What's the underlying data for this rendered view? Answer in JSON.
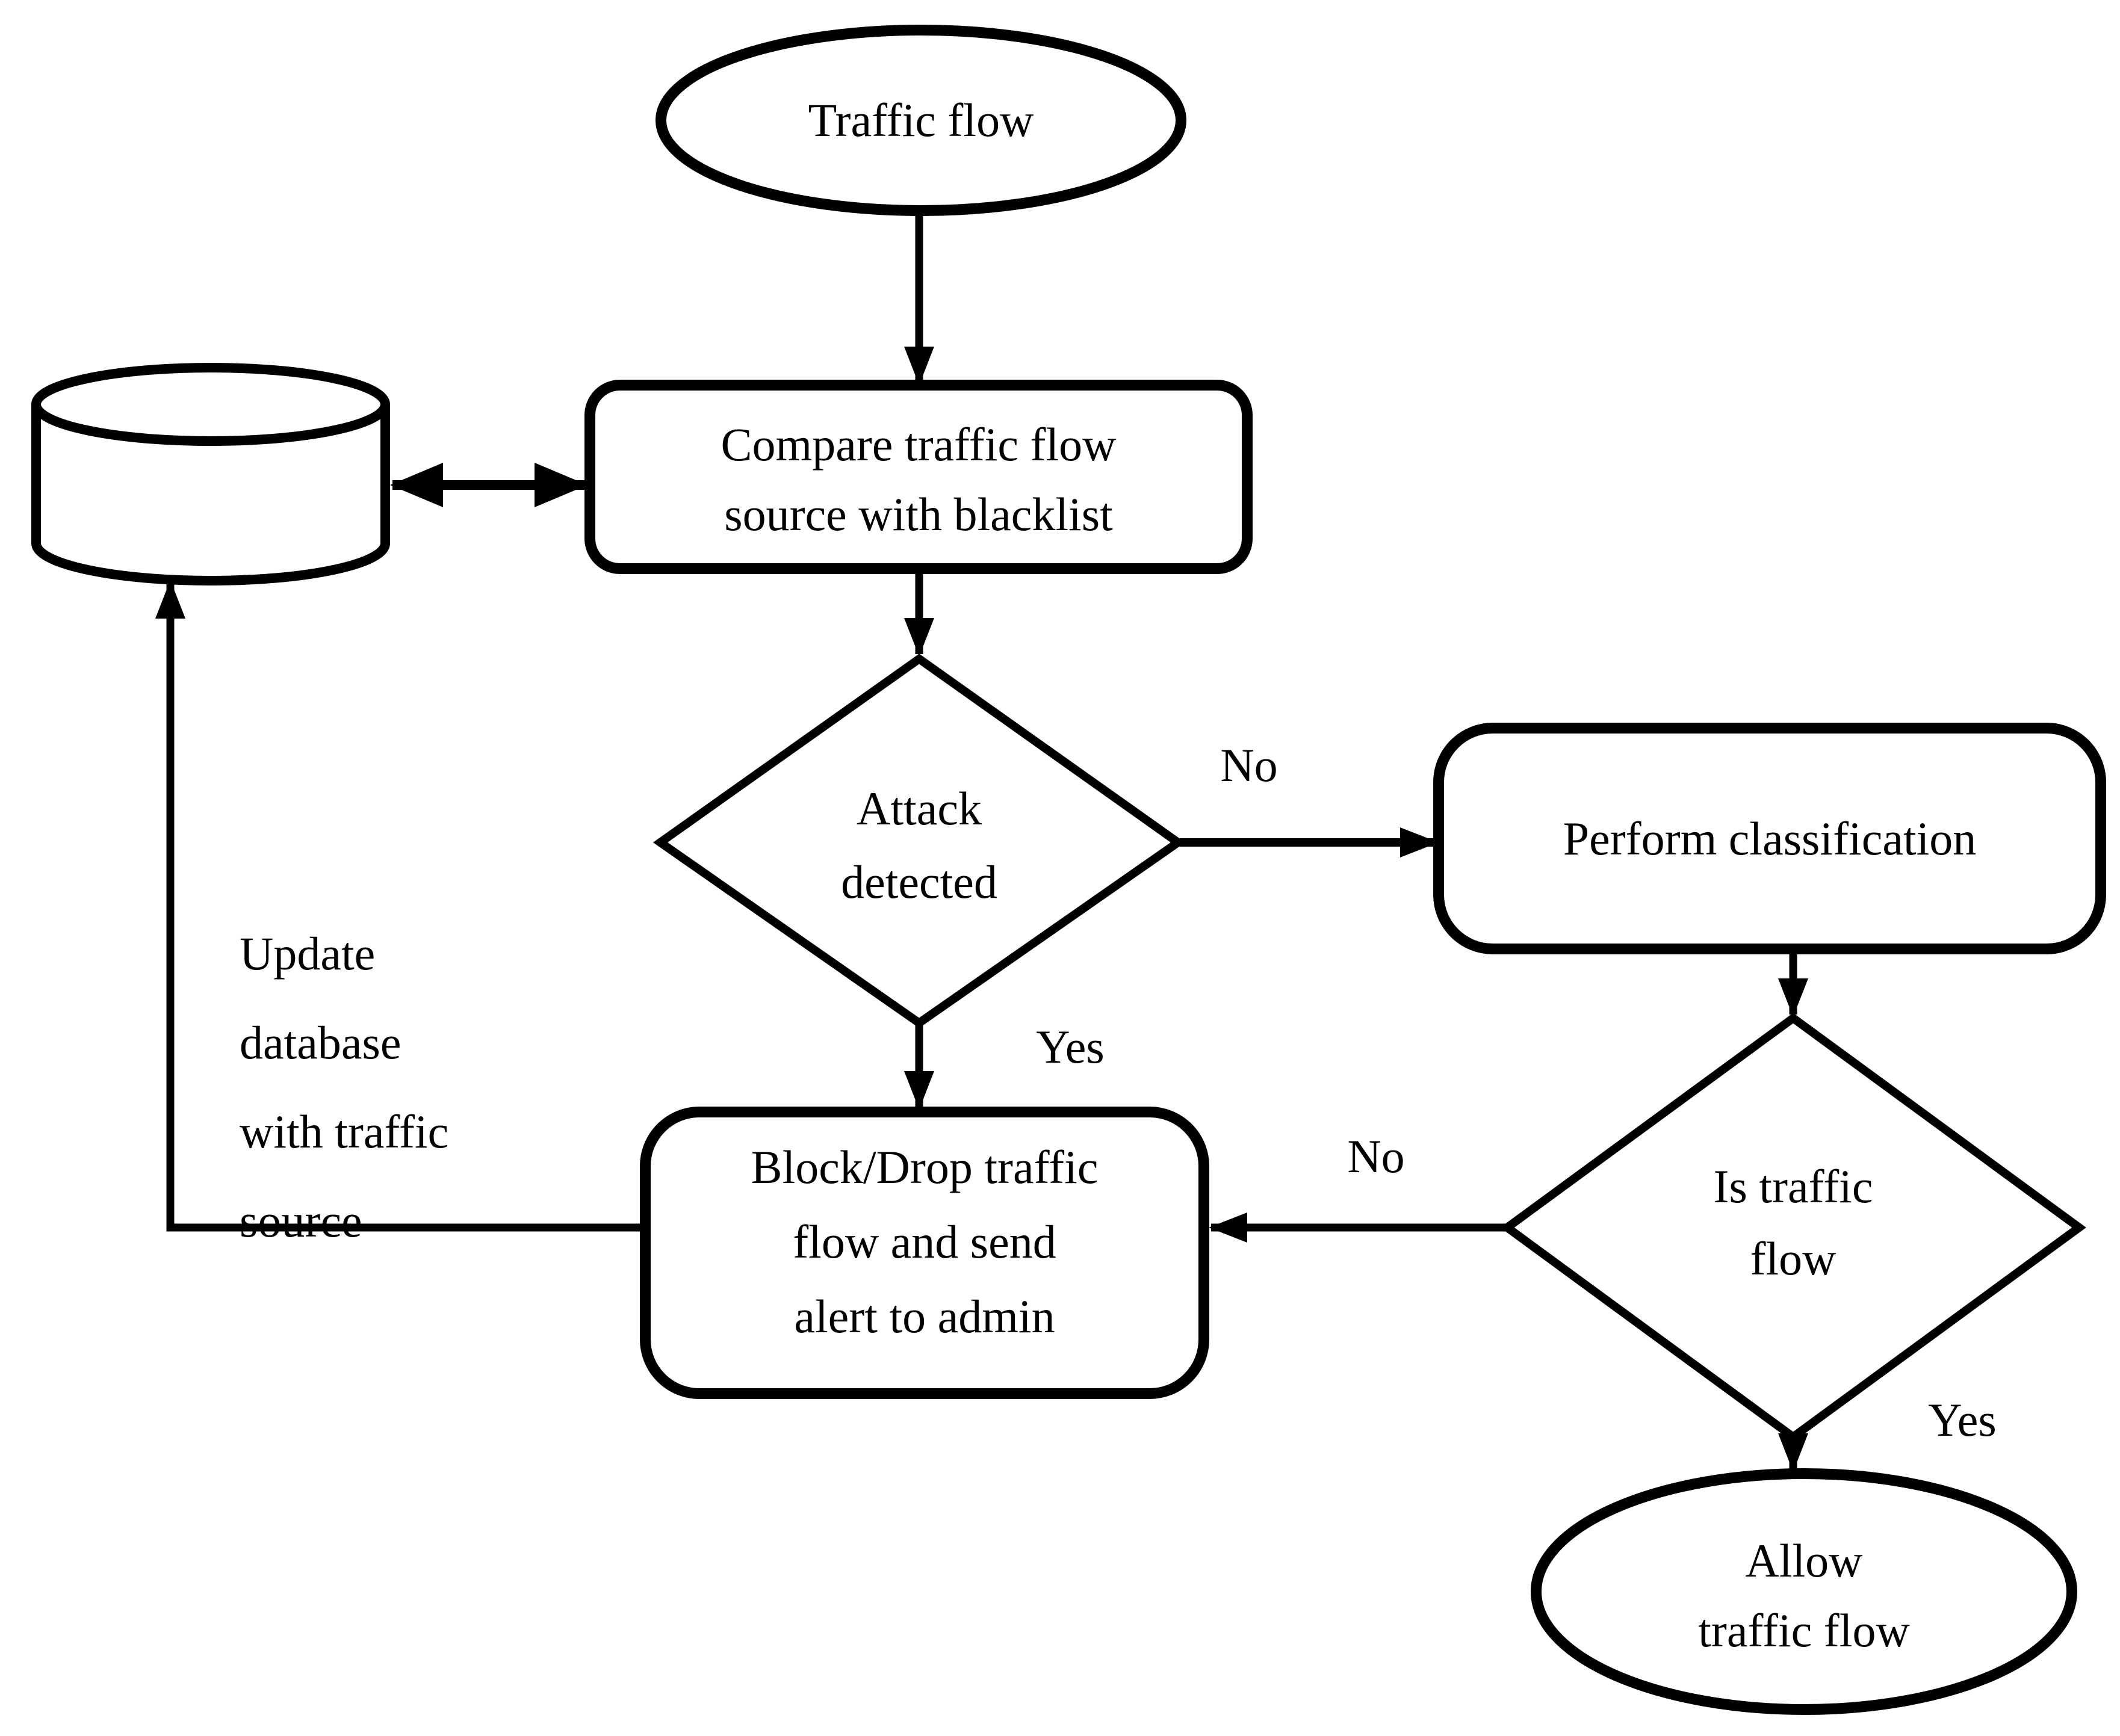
{
  "page": {
    "background_color": "#ffffff",
    "ink_color": "#000000"
  },
  "nodes": {
    "start": "Traffic flow",
    "compare": "Compare traffic flow\nsource with blacklist",
    "attack_decision": "Attack\ndetected",
    "classify": "Perform classification",
    "traffic_decision": "Is traffic\nflow",
    "block": "Block/Drop traffic\nflow and send\nalert to admin",
    "allow": "Allow\ntraffic flow"
  },
  "edge_labels": {
    "attack_no": "No",
    "attack_yes": "Yes",
    "traffic_no": "No",
    "traffic_yes": "Yes",
    "update_note": "Update\ndatabase\nwith traffic\nsource"
  }
}
